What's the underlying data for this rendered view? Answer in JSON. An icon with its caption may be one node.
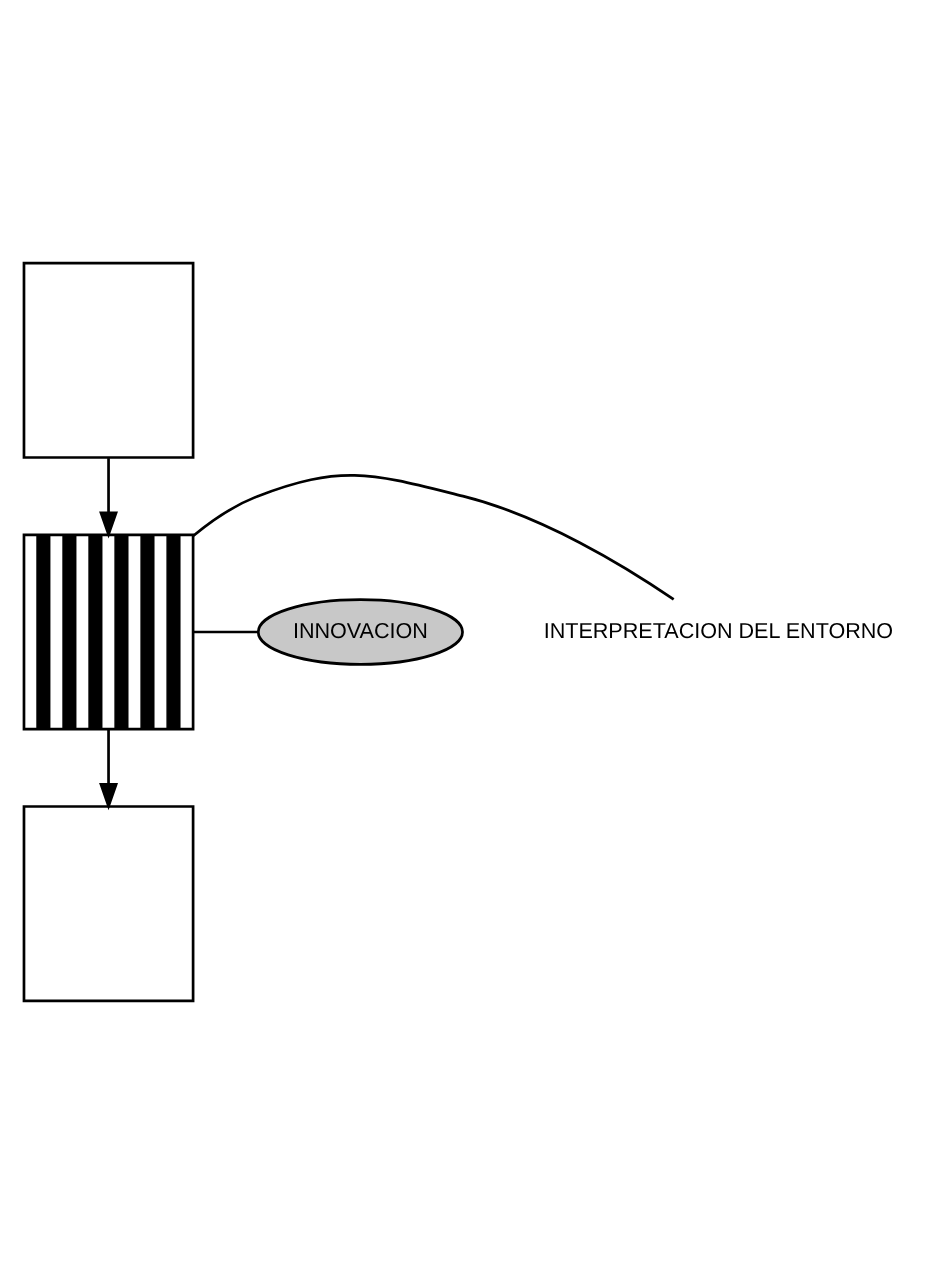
{
  "diagram": {
    "nodes": [
      {
        "text": [],
        "shape": "box"
      },
      {
        "text": [],
        "shape": "box"
      },
      {
        "text": [],
        "shape": "box"
      },
      {
        "text": [
          "INTERPRETACION DEL ENTORNO"
        ]
      },
      {
        "text": [
          "INNOVACION"
        ]
      }
    ],
    "edges": [
      {
        "from": 0,
        "to": 1,
        "arrow": "to"
      },
      {
        "from": 1,
        "to": 2,
        "arrow": "to"
      },
      {
        "from": 1,
        "to": 3,
        "arrow": "none"
      },
      {
        "from": 1,
        "to": 4,
        "arrow": "none"
      }
    ]
  }
}
